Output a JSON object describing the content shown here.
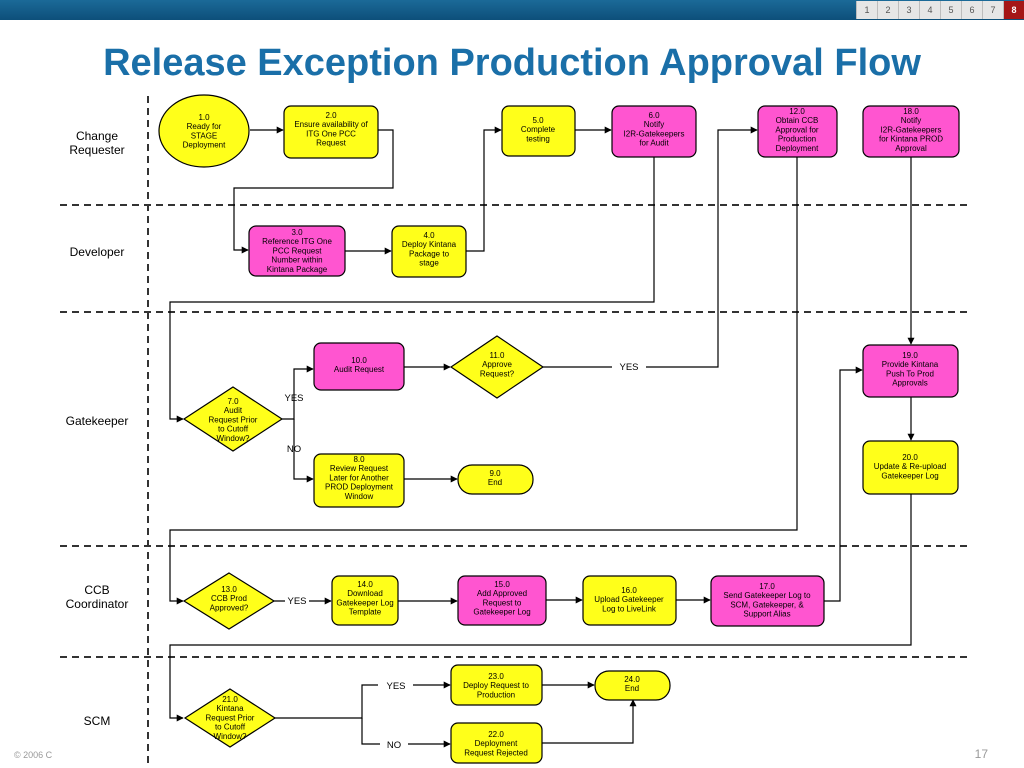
{
  "header": {
    "page_numbers": [
      "1",
      "2",
      "3",
      "4",
      "5",
      "6",
      "7",
      "8"
    ],
    "active_page": "8"
  },
  "title": "Release Exception Production Approval Flow",
  "lanes": [
    "Change\nRequester",
    "Developer",
    "Gatekeeper",
    "CCB\nCoordinator",
    "SCM"
  ],
  "colors": {
    "yellow": "#ffff1a",
    "pink": "#ff55d0",
    "title": "#1a6fa8",
    "topbar": "#0d4f7a"
  },
  "nodes": {
    "n1": "1.0\nReady for\nSTAGE\nDeployment",
    "n2": "2.0\nEnsure availability of\nITG One PCC\nRequest",
    "n3": "3.0\nReference ITG One\nPCC Request\nNumber within\nKintana Package",
    "n4": "4.0\nDeploy Kintana\nPackage to\nstage",
    "n5": "5.0\nComplete\ntesting",
    "n6": "6.0\nNotify\nI2R-Gatekeepers\nfor Audit",
    "n7": "7.0\nAudit\nRequest Prior\nto Cutoff\nWindow?",
    "n8": "8.0\nReview Request\nLater for Another\nPROD Deployment\nWindow",
    "n9": "9.0\nEnd",
    "n10": "10.0\nAudit Request",
    "n11": "11.0\nApprove\nRequest?",
    "n12": "12.0\nObtain CCB\nApproval for\nProduction\nDeployment",
    "n13": "13.0\nCCB Prod\nApproved?",
    "n14": "14.0\nDownload\nGatekeeper Log\nTemplate",
    "n15": "15.0\nAdd Approved\nRequest to\nGatekeeper Log",
    "n16": "16.0\nUpload Gatekeeper\nLog to LiveLink",
    "n17": "17.0\nSend Gatekeeper Log to\nSCM, Gatekeeper, &\nSupport Alias",
    "n18": "18.0\nNotify\nI2R-Gatekeepers\nfor Kintana PROD\nApproval",
    "n19": "19.0\nProvide Kintana\nPush To Prod\nApprovals",
    "n20": "20.0\nUpdate & Re-upload\nGatekeeper Log",
    "n21": "21.0\nKintana\nRequest Prior\nto Cutoff\nWindow?",
    "n22": "22.0\nDeployment\nRequest Rejected",
    "n23": "23.0\nDeploy Request to\nProduction",
    "n24": "24.0\nEnd"
  },
  "edge_labels": {
    "e7_yes": "YES",
    "e7_no": "NO",
    "e11_yes": "YES",
    "e13_yes": "YES",
    "e21_yes": "YES",
    "e21_no": "NO"
  },
  "footer": {
    "copyright": "© 2006 C",
    "page_number": "17"
  }
}
